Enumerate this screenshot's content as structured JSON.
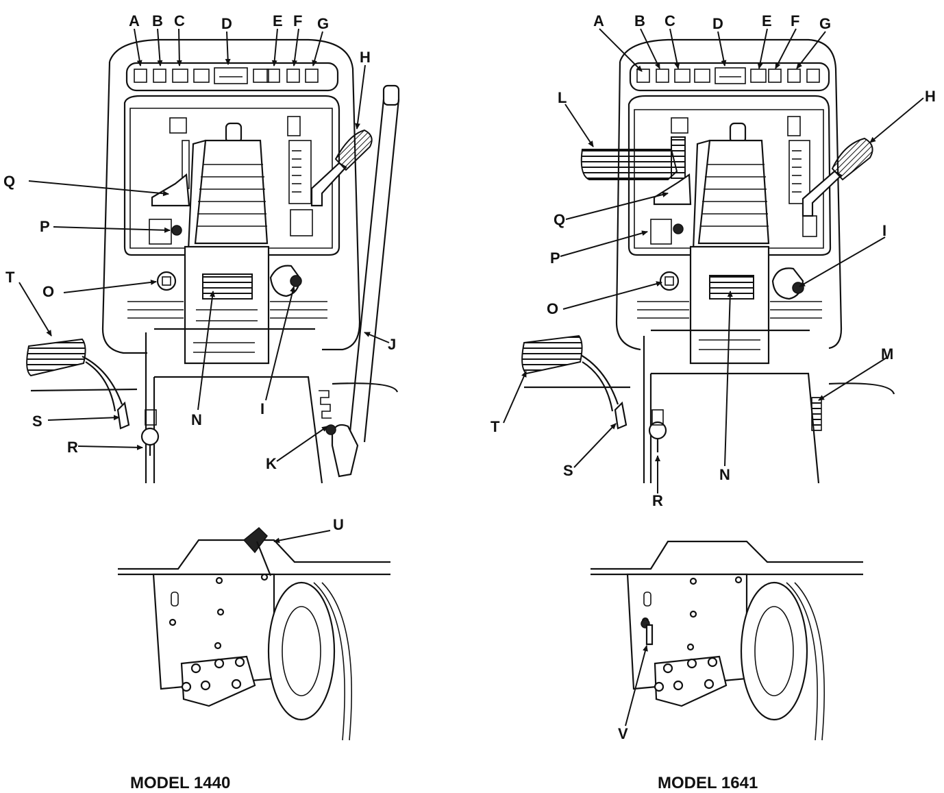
{
  "figures": [
    {
      "caption": "MODEL 1440",
      "callouts": [
        "A",
        "B",
        "C",
        "D",
        "E",
        "F",
        "G",
        "H",
        "Q",
        "P",
        "T",
        "O",
        "N",
        "I",
        "J",
        "S",
        "R",
        "K",
        "U"
      ]
    },
    {
      "caption": "MODEL 1641",
      "callouts": [
        "A",
        "B",
        "C",
        "D",
        "E",
        "F",
        "G",
        "L",
        "H",
        "Q",
        "P",
        "I",
        "O",
        "N",
        "M",
        "T",
        "S",
        "R",
        "V"
      ]
    }
  ]
}
